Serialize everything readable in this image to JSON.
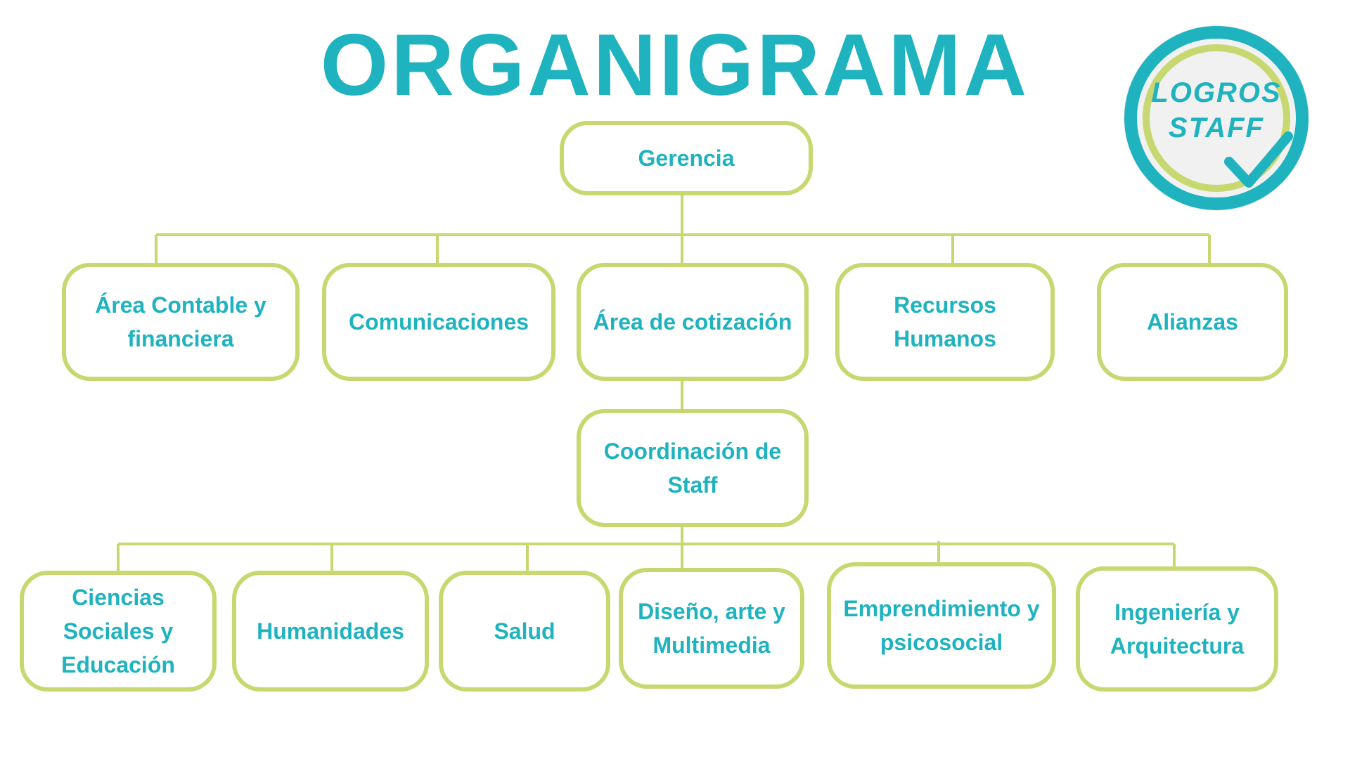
{
  "title": "ORGANIGRAMA",
  "logo": {
    "line1": "LOGROS",
    "line2": "STAFF",
    "accent": "#1fb3bf",
    "ring": "#c6d86f",
    "icon": "check-icon"
  },
  "colors": {
    "text": "#1fb3bf",
    "border": "#c6d86f"
  },
  "nodes": {
    "gerencia": "Gerencia",
    "level2": [
      "Área Contable y financiera",
      "Comunicaciones",
      "Área de cotización",
      "Recursos Humanos",
      "Alianzas"
    ],
    "coordinacion": "Coordinación de Staff",
    "level4": [
      "Ciencias Sociales y Educación",
      "Humanidades",
      "Salud",
      "Diseño, arte y Multimedia",
      "Emprendimiento y psicosocial",
      "Ingeniería y Arquitectura"
    ]
  }
}
